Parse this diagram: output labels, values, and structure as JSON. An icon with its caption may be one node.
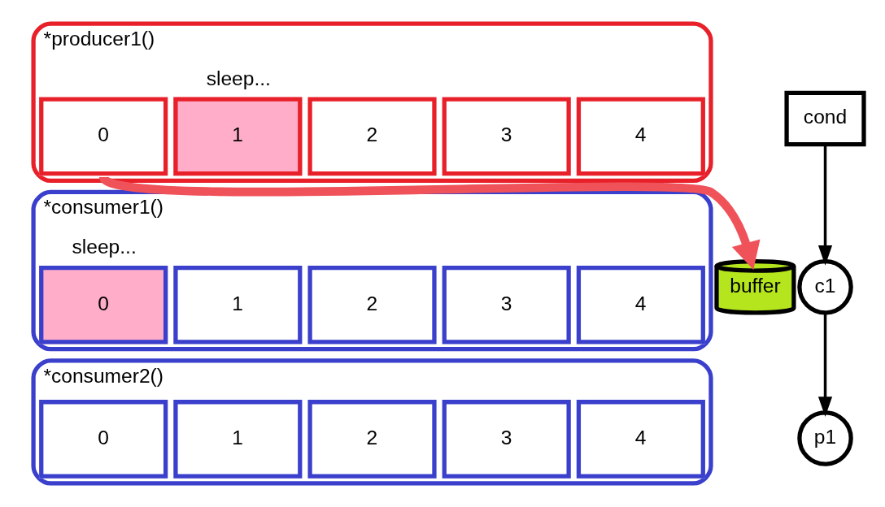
{
  "diagram": {
    "nodes": [
      {
        "text": [
          "*producer1()"
        ]
      },
      {
        "text": [
          "0"
        ],
        "in": 0
      },
      {
        "text": [
          "1"
        ],
        "in": 0,
        "beside": [
          "sleep..."
        ]
      },
      {
        "text": [
          "2"
        ],
        "in": 0
      },
      {
        "text": [
          "3"
        ],
        "in": 0
      },
      {
        "text": [
          "4"
        ],
        "in": 0
      },
      {
        "text": [
          "*consumer1()"
        ]
      },
      {
        "text": [
          "0"
        ],
        "in": 6,
        "beside": [
          "sleep..."
        ]
      },
      {
        "text": [
          "1"
        ],
        "in": 6
      },
      {
        "text": [
          "2"
        ],
        "in": 6
      },
      {
        "text": [
          "3"
        ],
        "in": 6
      },
      {
        "text": [
          "4"
        ],
        "in": 6
      },
      {
        "text": [
          "*consumer2()"
        ]
      },
      {
        "text": [
          "0"
        ],
        "in": 12
      },
      {
        "text": [
          "1"
        ],
        "in": 12
      },
      {
        "text": [
          "2"
        ],
        "in": 12
      },
      {
        "text": [
          "3"
        ],
        "in": 12
      },
      {
        "text": [
          "4"
        ],
        "in": 12
      },
      {
        "text": [
          "buffer"
        ]
      },
      {
        "text": [
          "cond"
        ]
      },
      {
        "text": [
          "c1"
        ]
      },
      {
        "text": [
          "p1"
        ]
      }
    ],
    "edges": [
      {
        "from": 1,
        "to": 18,
        "arrow": "to",
        "style": "thick",
        "color": "#f0525a"
      },
      {
        "from": 19,
        "to": 20,
        "arrow": "to"
      },
      {
        "from": 20,
        "to": 21,
        "arrow": "to"
      }
    ]
  }
}
